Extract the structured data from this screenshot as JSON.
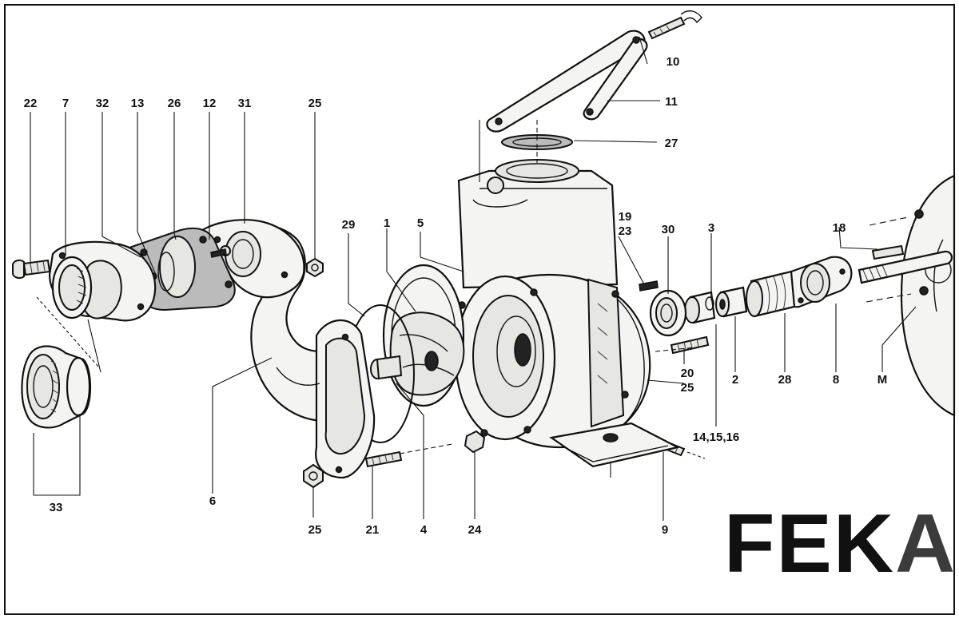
{
  "brand": {
    "letters_dark": "FEK",
    "letter_accent": "A",
    "dark_color": "#111111",
    "accent_color": "#3b3b3b"
  },
  "parts": [
    {
      "id": "p22",
      "text": "22"
    },
    {
      "id": "p7",
      "text": "7"
    },
    {
      "id": "p32",
      "text": "32"
    },
    {
      "id": "p13",
      "text": "13"
    },
    {
      "id": "p26",
      "text": "26"
    },
    {
      "id": "p12",
      "text": "12"
    },
    {
      "id": "p31",
      "text": "31"
    },
    {
      "id": "p25a",
      "text": "25"
    },
    {
      "id": "p29",
      "text": "29"
    },
    {
      "id": "p1",
      "text": "1"
    },
    {
      "id": "p5",
      "text": "5"
    },
    {
      "id": "p10",
      "text": "10"
    },
    {
      "id": "p11",
      "text": "11"
    },
    {
      "id": "p27",
      "text": "27"
    },
    {
      "id": "p19",
      "text": "19"
    },
    {
      "id": "p23",
      "text": "23"
    },
    {
      "id": "p30",
      "text": "30"
    },
    {
      "id": "p3",
      "text": "3"
    },
    {
      "id": "p18",
      "text": "18"
    },
    {
      "id": "p20",
      "text": "20"
    },
    {
      "id": "p25c",
      "text": "25"
    },
    {
      "id": "p2",
      "text": "2"
    },
    {
      "id": "p28",
      "text": "28"
    },
    {
      "id": "p8",
      "text": "8"
    },
    {
      "id": "pM",
      "text": "M"
    },
    {
      "id": "p141516",
      "text": "14,15,16"
    },
    {
      "id": "p6",
      "text": "6"
    },
    {
      "id": "p33",
      "text": "33"
    },
    {
      "id": "p25b",
      "text": "25"
    },
    {
      "id": "p21",
      "text": "21"
    },
    {
      "id": "p4",
      "text": "4"
    },
    {
      "id": "p24",
      "text": "24"
    },
    {
      "id": "p9",
      "text": "9"
    }
  ]
}
